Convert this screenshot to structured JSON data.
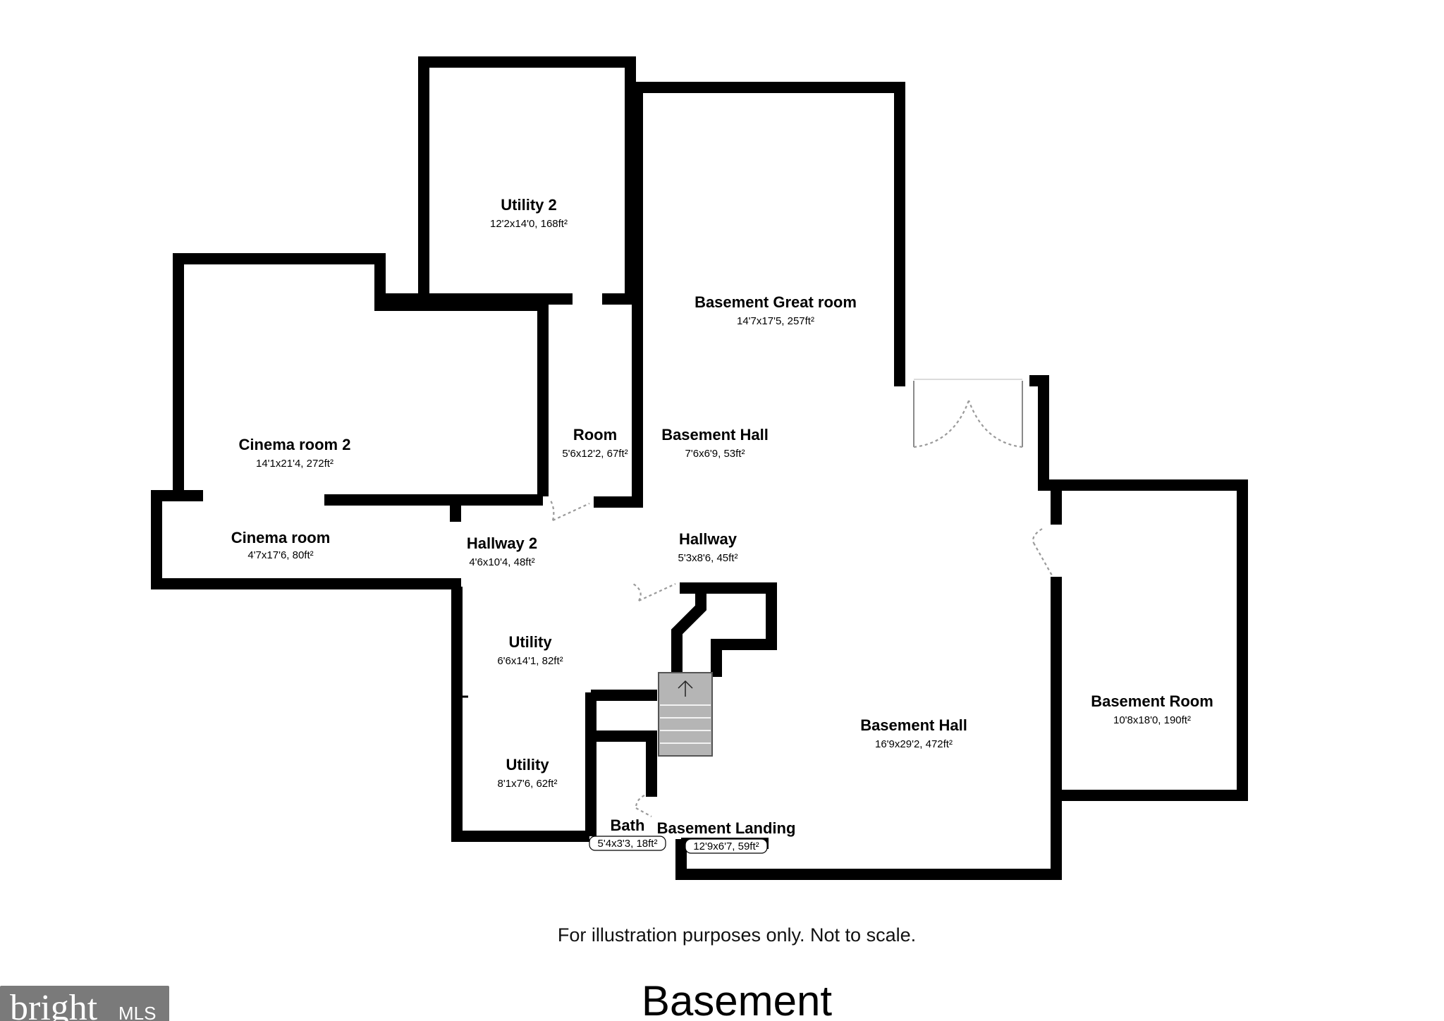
{
  "rooms": [
    {
      "name": "Utility 2",
      "dims": "12'2x14'0, 168ft²"
    },
    {
      "name": "Basement Great room",
      "dims": "14'7x17'5, 257ft²"
    },
    {
      "name": "Cinema room 2",
      "dims": "14'1x21'4, 272ft²"
    },
    {
      "name": "Room",
      "dims": "5'6x12'2, 67ft²"
    },
    {
      "name": "Basement Hall",
      "dims": "7'6x6'9, 53ft²"
    },
    {
      "name": "Cinema room",
      "dims": "4'7x17'6, 80ft²"
    },
    {
      "name": "Hallway 2",
      "dims": "4'6x10'4, 48ft²"
    },
    {
      "name": "Hallway",
      "dims": "5'3x8'6, 45ft²"
    },
    {
      "name": "Utility",
      "dims": "6'6x14'1, 82ft²"
    },
    {
      "name": "Basement Room",
      "dims": "10'8x18'0, 190ft²"
    },
    {
      "name": "Basement Hall",
      "dims": "16'9x29'2, 472ft²"
    },
    {
      "name": "Utility",
      "dims": "8'1x7'6, 62ft²"
    },
    {
      "name": "Bath",
      "dims": "5'4x3'3, 18ft²"
    },
    {
      "name": "Basement Landing",
      "dims": "12'9x6'7, 59ft²"
    }
  ],
  "disclaimer": "For illustration purposes only. Not to scale.",
  "level_title": "Basement",
  "logo": {
    "brand": "bright",
    "suffix": "MLS"
  },
  "colors": {
    "walls": "#000000",
    "doors": "#9a9a9a",
    "stairs": "#b5b5b5",
    "logo_bg": "#7a7a7a"
  },
  "icons": {
    "stairs_arrow": "arrow-up-icon"
  }
}
